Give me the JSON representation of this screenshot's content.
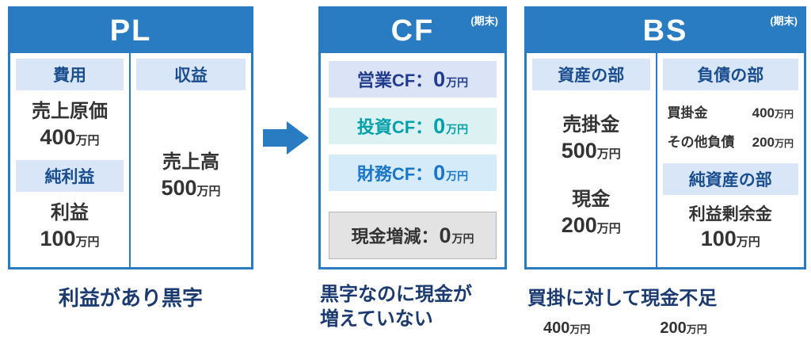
{
  "pl": {
    "title": "PL",
    "expense_header": "費用",
    "cogs_label": "売上原価",
    "cogs_value": "400",
    "cogs_unit": "万円",
    "net_income_header": "純利益",
    "profit_label": "利益",
    "profit_value": "100",
    "profit_unit": "万円",
    "revenue_header": "収益",
    "sales_label": "売上高",
    "sales_value": "500",
    "sales_unit": "万円",
    "caption": "利益があり黒字"
  },
  "cf": {
    "title": "CF",
    "period_note": "(期末)",
    "rows": [
      {
        "label": "営業CF：",
        "value": "0",
        "unit": "万円"
      },
      {
        "label": "投資CF：",
        "value": "0",
        "unit": "万円"
      },
      {
        "label": "財務CF：",
        "value": "0",
        "unit": "万円"
      },
      {
        "label": "現金増減：",
        "value": "0",
        "unit": "万円"
      }
    ],
    "caption_line1": "黒字なのに現金が",
    "caption_line2": "増えていない"
  },
  "bs": {
    "title": "BS",
    "period_note": "(期末)",
    "assets_header": "資産の部",
    "assets_items": [
      {
        "label": "売掛金",
        "value": "500",
        "unit": "万円"
      },
      {
        "label": "現金",
        "value": "200",
        "unit": "万円"
      }
    ],
    "liabilities_header": "負債の部",
    "liabilities_items": [
      {
        "label": "買掛金",
        "value": "400",
        "unit": "万円"
      },
      {
        "label": "その他負債",
        "value": "200",
        "unit": "万円"
      }
    ],
    "net_assets_header": "純資産の部",
    "retained_label": "利益剰余金",
    "retained_value": "100",
    "retained_unit": "万円",
    "caption": "買掛に対して現金不足",
    "caption_values": [
      {
        "value": "400",
        "unit": "万円"
      },
      {
        "value": "200",
        "unit": "万円"
      }
    ]
  },
  "colors": {
    "primary_blue": "#2a7cc2",
    "section_header_bg": "#d8e6f8",
    "section_header_text": "#1a4e8f",
    "cf_operating_bg": "#dbe3f6",
    "cf_operating_text": "#203c8c",
    "cf_investing_bg": "#dcf2f2",
    "cf_investing_text": "#00a0aa",
    "cf_financing_bg": "#d5ebfa",
    "cf_financing_text": "#1b76c8",
    "cf_cash_bg": "#e3e3e3",
    "cf_cash_text": "#333333",
    "caption_text": "#1b3a70"
  }
}
